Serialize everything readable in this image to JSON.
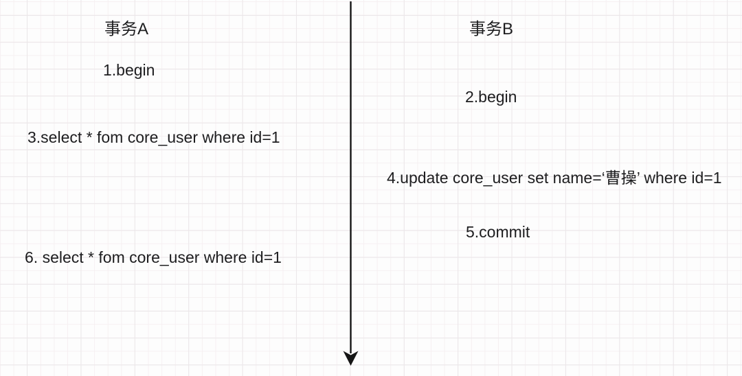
{
  "diagram": {
    "type": "transaction-timeline",
    "timeline": {
      "direction": "down"
    },
    "transactions": [
      {
        "id": "A",
        "title": "事务A",
        "steps": [
          {
            "label": "1.begin"
          },
          {
            "label": "3.select * fom core_user where id=1"
          },
          {
            "label": "6. select * fom core_user where id=1"
          }
        ]
      },
      {
        "id": "B",
        "title": "事务B",
        "steps": [
          {
            "label": "2.begin"
          },
          {
            "label": "4.update core_user set name=‘曹操’ where id=1"
          },
          {
            "label": "5.commit"
          }
        ]
      }
    ],
    "colors": {
      "text": "#1d1d1f",
      "arrow": "#161616",
      "background": "#fdfdfd",
      "grid_minor": "#f6f0f2",
      "grid_major": "#ebe7e9"
    }
  }
}
